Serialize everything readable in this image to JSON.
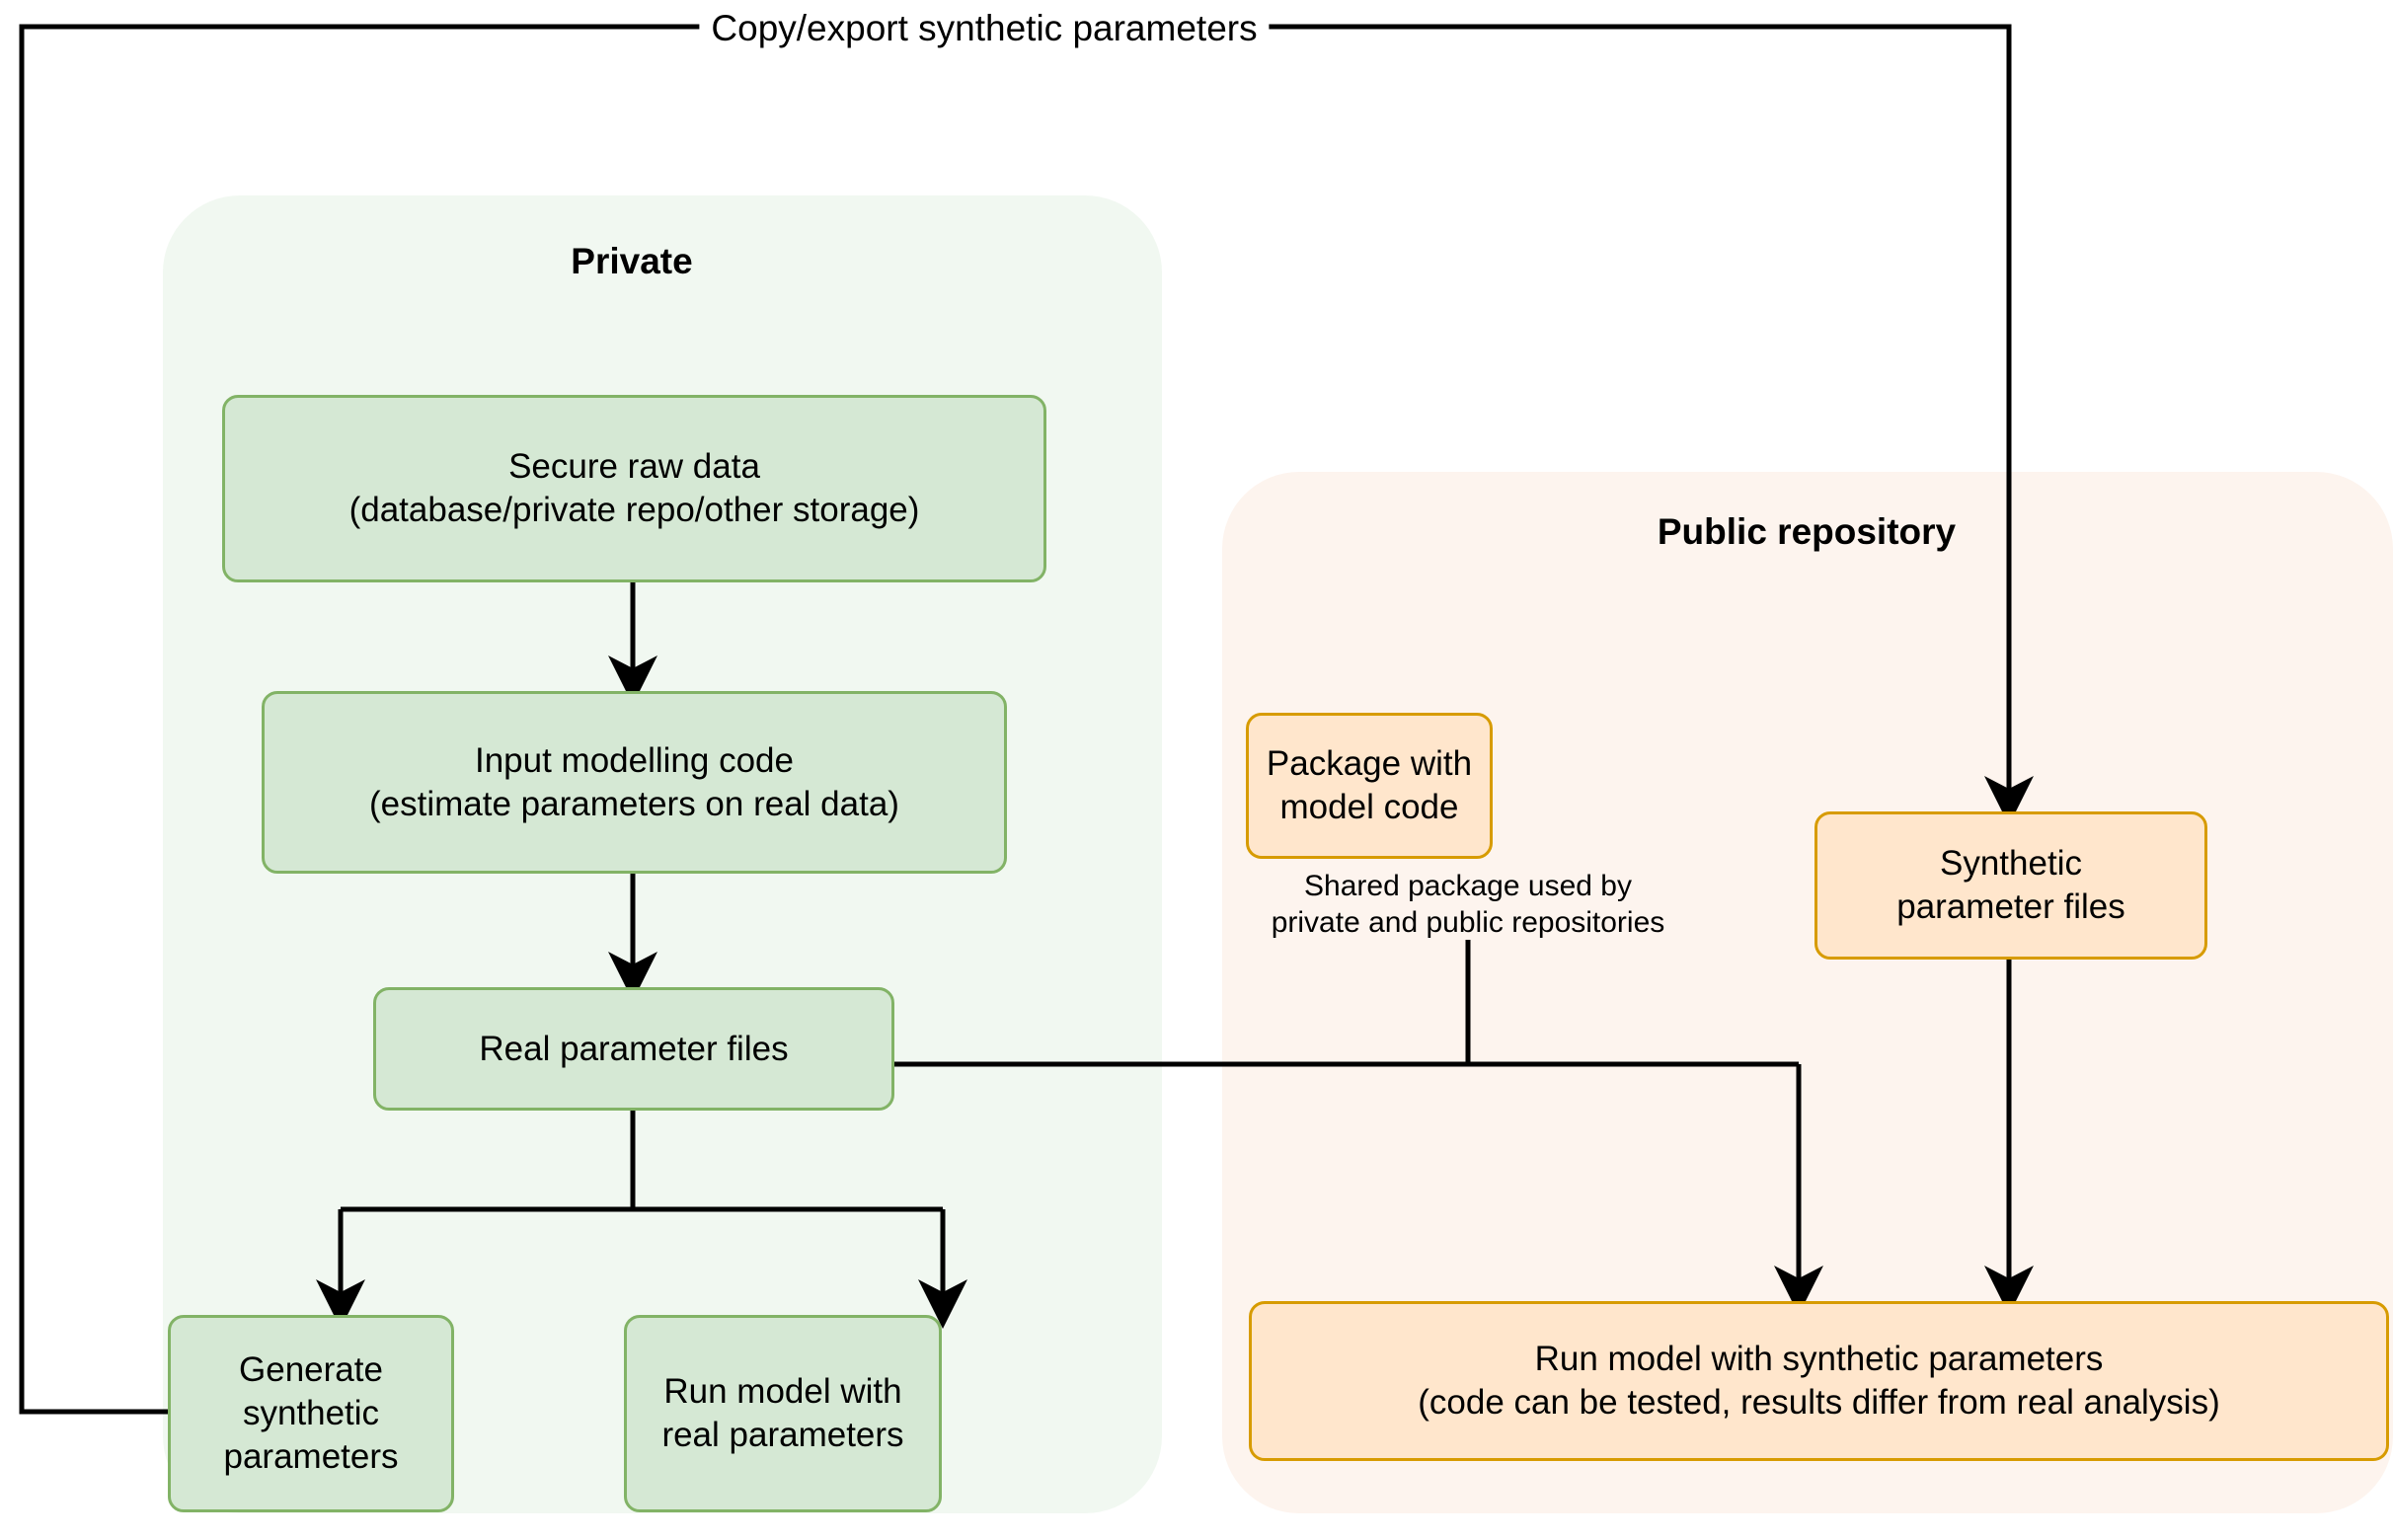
{
  "diagram": {
    "title_label": "Copy/export synthetic parameters",
    "zones": [
      {
        "key": "private",
        "title": "Private",
        "fill": "#f1f8f1"
      },
      {
        "key": "public",
        "title": "Public repository",
        "fill": "#fdf4ee"
      }
    ],
    "colors": {
      "green_fill": "#d5e8d4",
      "green_border": "#82b366",
      "orange_fill": "#ffe6cc",
      "orange_border": "#d79b00",
      "private_zone_fill": "#f1f8f1",
      "public_zone_fill": "#fdf4ee",
      "connector": "#000000",
      "page_background": "#ffffff"
    },
    "nodes": {
      "secure_raw_data": "Secure raw data\n(database/private repo/other storage)",
      "input_modelling_code": "Input modelling code\n(estimate parameters on real data)",
      "real_parameter_files": "Real parameter files",
      "generate_synthetic_parameters": "Generate\nsynthetic\nparameters",
      "run_model_real": "Run model with\nreal parameters",
      "package_model_code": "Package with\nmodel code",
      "package_caption": "Shared package used by\nprivate and public repositories",
      "synthetic_parameter_files": "Synthetic\nparameter files",
      "run_model_synthetic": "Run model with synthetic parameters\n(code can be tested, results differ from real analysis)"
    },
    "edges": [
      {
        "from": "secure_raw_data",
        "to": "input_modelling_code",
        "label": ""
      },
      {
        "from": "input_modelling_code",
        "to": "real_parameter_files",
        "label": ""
      },
      {
        "from": "real_parameter_files",
        "to": "generate_synthetic_parameters",
        "label": ""
      },
      {
        "from": "real_parameter_files",
        "to": "run_model_real",
        "label": ""
      },
      {
        "from": "real_parameter_files",
        "to": "run_model_synthetic",
        "label": ""
      },
      {
        "from": "package_model_code",
        "to": "run_model_synthetic",
        "label": ""
      },
      {
        "from": "synthetic_parameter_files",
        "to": "run_model_synthetic",
        "label": ""
      },
      {
        "from": "generate_synthetic_parameters",
        "to": "synthetic_parameter_files",
        "label": "Copy/export synthetic parameters"
      }
    ]
  }
}
